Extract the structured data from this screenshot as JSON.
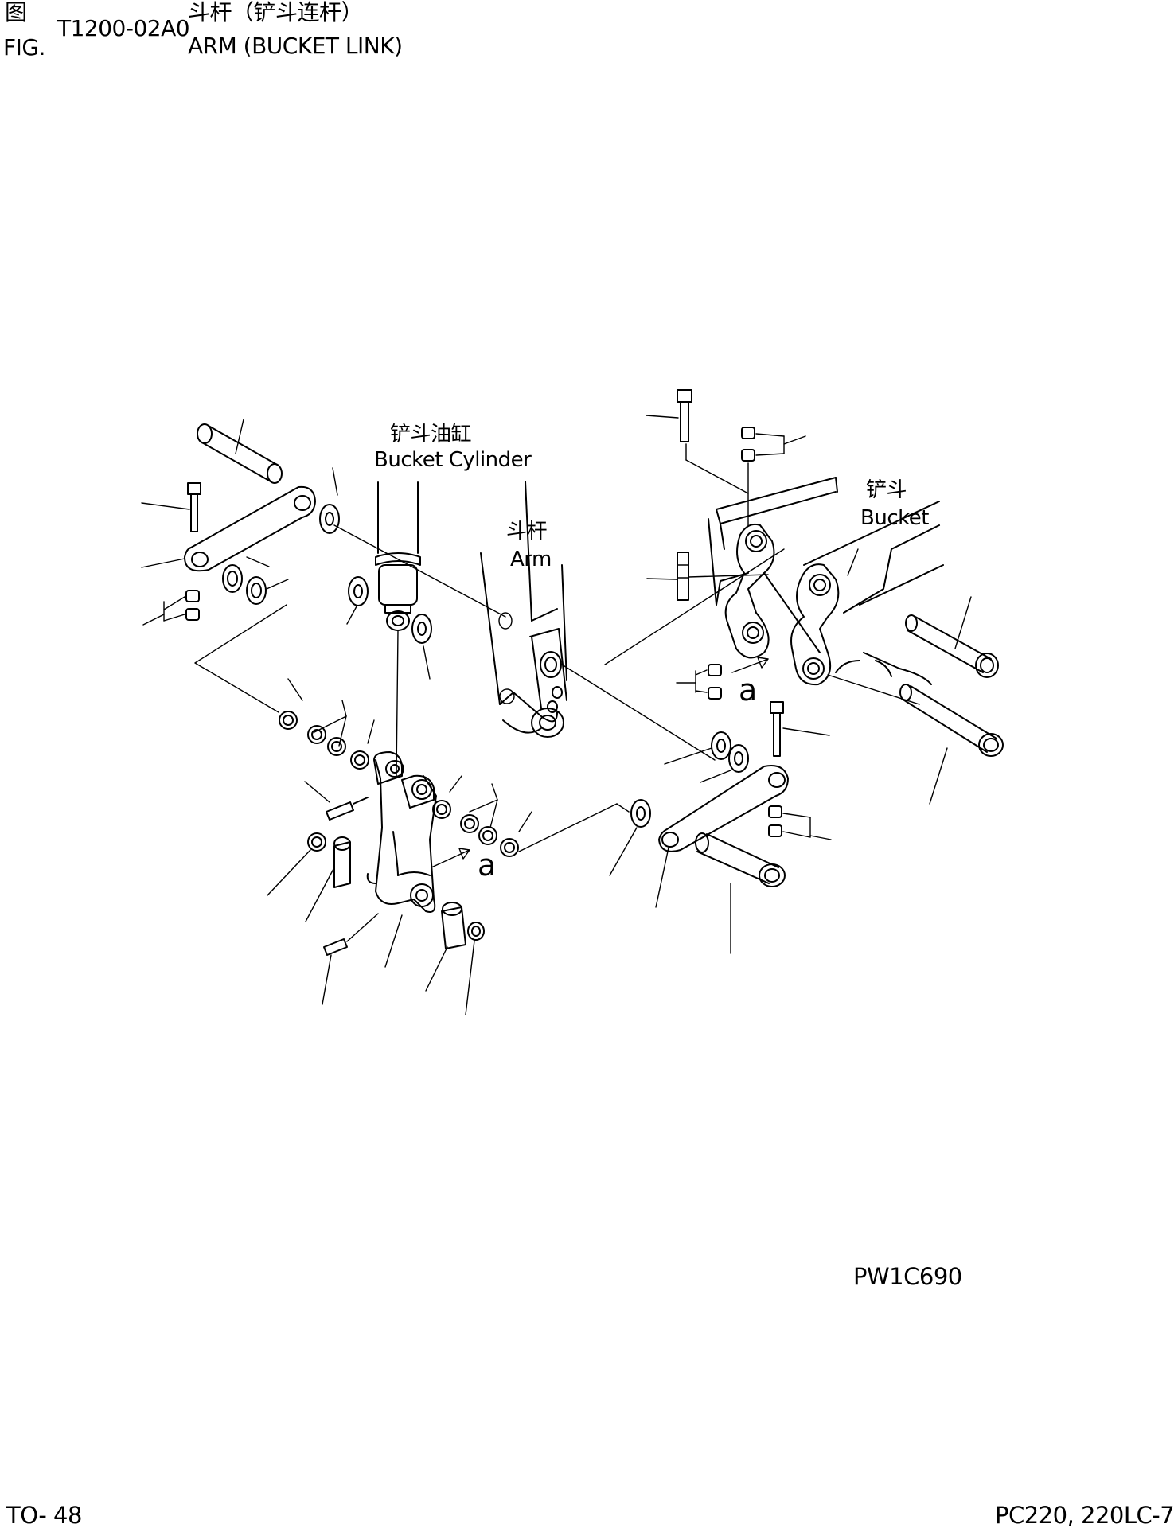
{
  "header": {
    "fig_cn": "图",
    "fig_en": "FIG.",
    "fig_number": "T1200-02A0",
    "title_cn": "斗杆（铲斗连杆）",
    "title_en": "ARM (BUCKET LINK)"
  },
  "labels": {
    "bucket_cylinder_cn": "铲斗油缸",
    "bucket_cylinder_en": "Bucket Cylinder",
    "arm_cn": "斗杆",
    "arm_en": "Arm",
    "bucket_cn": "铲斗",
    "bucket_en": "Bucket",
    "ref_a_1": "a",
    "ref_a_2": "a"
  },
  "footer": {
    "drawing_code": "PW1C690",
    "page": "TO- 48",
    "model": "PC220, 220LC-7"
  }
}
